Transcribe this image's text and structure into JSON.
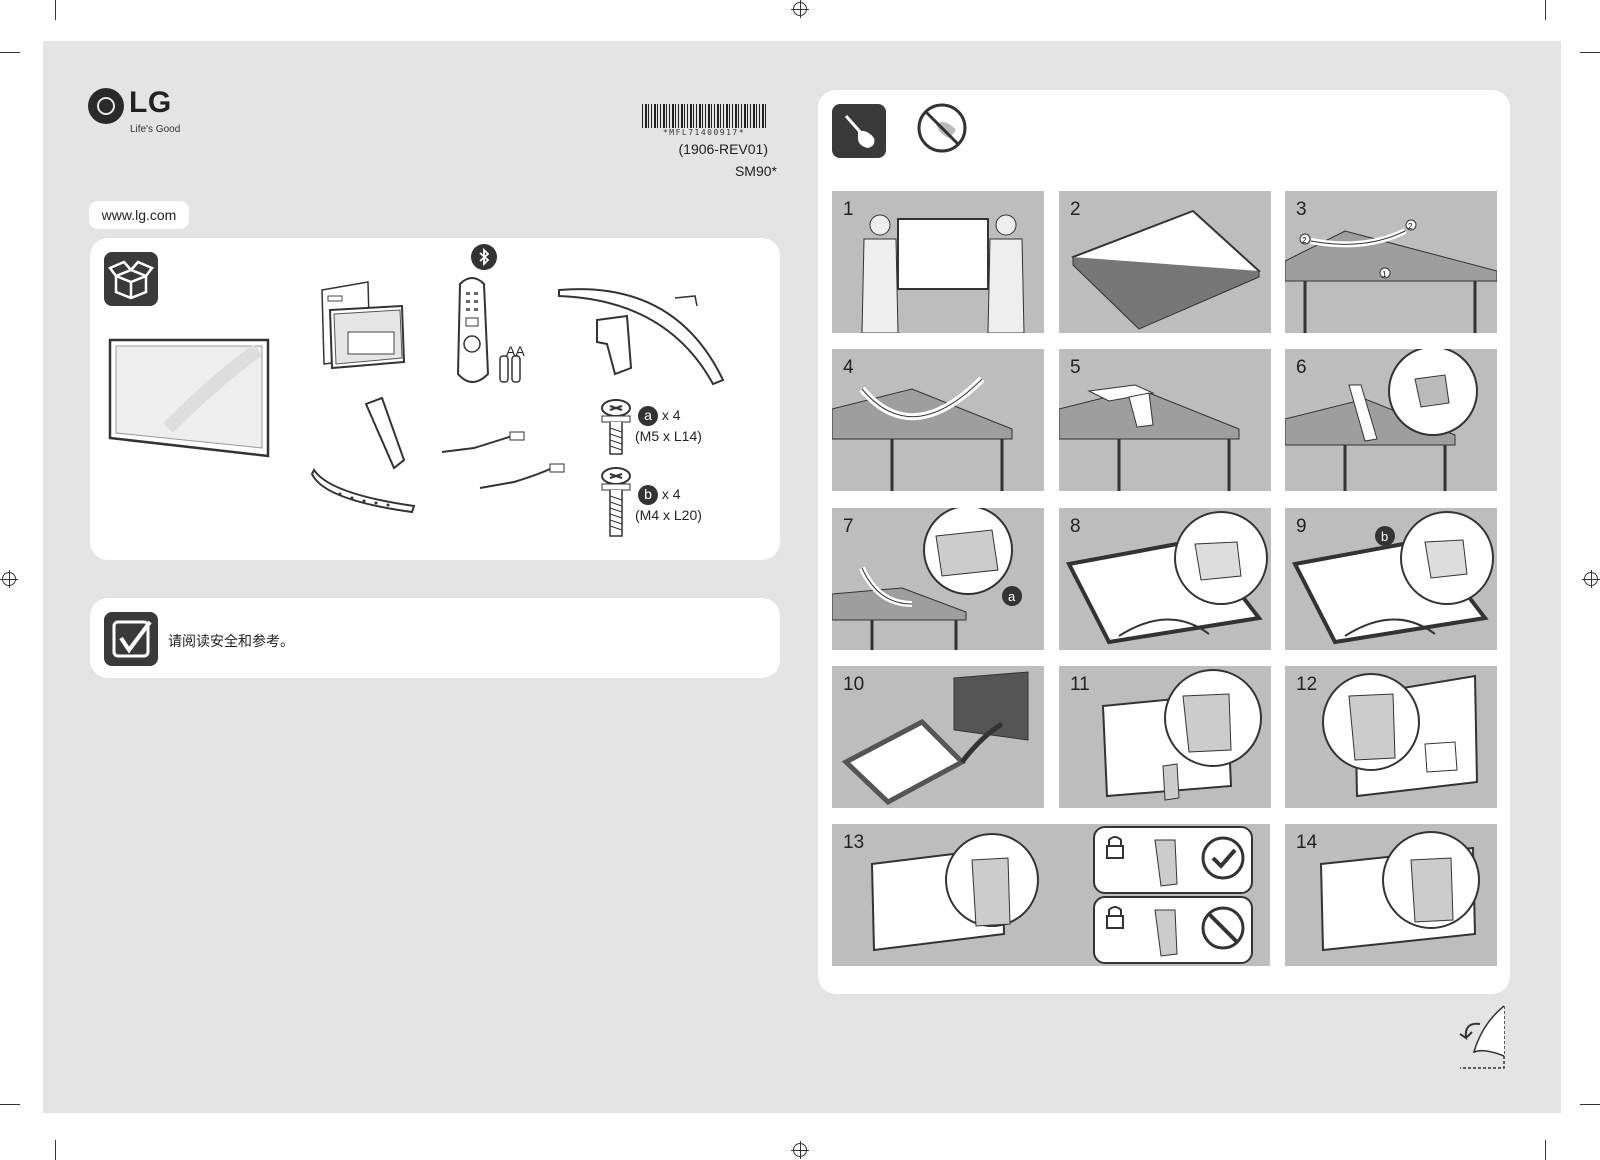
{
  "brand": {
    "name": "LG",
    "tagline": "Life's Good"
  },
  "barcode_text": "*MFL71400917*",
  "revision": "(1906-REV01)",
  "model": "SM90*",
  "website": "www.lg.com",
  "parts": {
    "battery_label": "AA",
    "screw_a": {
      "marker": "a",
      "qty": "x 4",
      "size": "(M5 x L14)"
    },
    "screw_b": {
      "marker": "b",
      "qty": "x 4",
      "size": "(M4 x L20)"
    }
  },
  "notice": {
    "text": "请阅读安全和参考。"
  },
  "steps": [
    {
      "number": "1"
    },
    {
      "number": "2"
    },
    {
      "number": "3"
    },
    {
      "number": "4"
    },
    {
      "number": "5"
    },
    {
      "number": "6"
    },
    {
      "number": "7"
    },
    {
      "number": "8"
    },
    {
      "number": "9"
    },
    {
      "number": "10"
    },
    {
      "number": "11"
    },
    {
      "number": "12"
    },
    {
      "number": "13"
    },
    {
      "number": "14"
    }
  ],
  "step7_marker": "a",
  "step9_marker": "b",
  "step3_callouts": [
    "2",
    "2",
    "1"
  ],
  "icons": [
    "lg-logo-icon",
    "unbox-icon",
    "bluetooth-icon",
    "screwdriver-icon",
    "no-power-tool-icon",
    "checklist-icon",
    "check-icon",
    "prohibited-icon",
    "lock-icon",
    "page-turn-icon"
  ]
}
